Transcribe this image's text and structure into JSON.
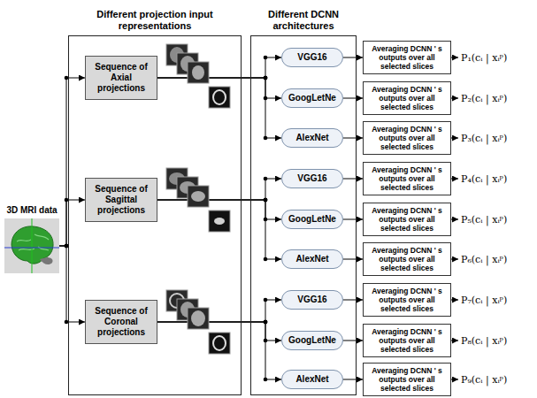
{
  "diagram": {
    "nodes": [
      {
        "text": [
          "3D MRI data"
        ]
      },
      {
        "text": [
          "Different projection input representations"
        ]
      },
      {
        "text": [
          "Sequence of Axial projections"
        ],
        "in": 1
      },
      {
        "text": [
          "Sequence of Sagittal projections"
        ],
        "in": 1
      },
      {
        "text": [
          "Sequence of Coronal projections"
        ],
        "in": 1
      },
      {
        "text": [
          "Different DCNN architectures"
        ]
      },
      {
        "text": [
          "VGG16"
        ],
        "in": 5
      },
      {
        "text": [
          "GoogLetNe"
        ],
        "in": 5
      },
      {
        "text": [
          "AlexNet"
        ],
        "in": 5
      },
      {
        "text": [
          "VGG16"
        ],
        "in": 5
      },
      {
        "text": [
          "GoogLetNe"
        ],
        "in": 5
      },
      {
        "text": [
          "AlexNet"
        ],
        "in": 5
      },
      {
        "text": [
          "VGG16"
        ],
        "in": 5
      },
      {
        "text": [
          "GoogLetNe"
        ],
        "in": 5
      },
      {
        "text": [
          "AlexNet"
        ],
        "in": 5
      },
      {
        "text": [
          "Averaging DCNN ' s outputs over all selected slices"
        ]
      },
      {
        "text": [
          "Averaging DCNN ' s outputs over all selected slices"
        ]
      },
      {
        "text": [
          "Averaging DCNN ' s outputs over all selected slices"
        ]
      },
      {
        "text": [
          "Averaging DCNN ' s outputs over all selected slices"
        ]
      },
      {
        "text": [
          "Averaging DCNN ' s outputs over all selected slices"
        ]
      },
      {
        "text": [
          "Averaging DCNN ' s outputs over all selected slices"
        ]
      },
      {
        "text": [
          "Averaging DCNN ' s outputs over all selected slices"
        ]
      },
      {
        "text": [
          "Averaging DCNN ' s outputs over all selected slices"
        ]
      },
      {
        "text": [
          "Averaging DCNN ' s outputs over all selected slices"
        ]
      }
    ],
    "edges": [
      {
        "from": 0,
        "to": 2,
        "arrow": "to"
      },
      {
        "from": 0,
        "to": 3,
        "arrow": "to"
      },
      {
        "from": 0,
        "to": 4,
        "arrow": "to"
      },
      {
        "from": 2,
        "to": 6,
        "arrow": "to"
      },
      {
        "from": 2,
        "to": 7,
        "arrow": "to"
      },
      {
        "from": 2,
        "to": 8,
        "arrow": "to"
      },
      {
        "from": 3,
        "to": 9,
        "arrow": "to"
      },
      {
        "from": 3,
        "to": 10,
        "arrow": "to"
      },
      {
        "from": 3,
        "to": 11,
        "arrow": "to"
      },
      {
        "from": 4,
        "to": 12,
        "arrow": "to"
      },
      {
        "from": 4,
        "to": 13,
        "arrow": "to"
      },
      {
        "from": 4,
        "to": 14,
        "arrow": "to"
      },
      {
        "from": 6,
        "to": 15,
        "arrow": "to"
      },
      {
        "from": 7,
        "to": 16,
        "arrow": "to"
      },
      {
        "from": 8,
        "to": 17,
        "arrow": "to"
      },
      {
        "from": 9,
        "to": 18,
        "arrow": "to"
      },
      {
        "from": 10,
        "to": 19,
        "arrow": "to"
      },
      {
        "from": 11,
        "to": 20,
        "arrow": "to"
      },
      {
        "from": 12,
        "to": 21,
        "arrow": "to"
      },
      {
        "from": 13,
        "to": 22,
        "arrow": "to"
      },
      {
        "from": 14,
        "to": 23,
        "arrow": "to"
      }
    ],
    "labels": [
      "P₁(cᵢ | xᵢᵖ)",
      "P₂(cᵢ | xᵢᵖ)",
      "P₃(cᵢ | xᵢᵖ)",
      "P₄(cᵢ | xᵢᵖ)",
      "P₅(cᵢ | xᵢᵖ)",
      "P₆(cᵢ | xᵢᵖ)",
      "P₇(cᵢ | xᵢᵖ)",
      "P₈(cᵢ | xᵢᵖ)",
      "P₉(cᵢ | xᵢᵖ)"
    ]
  }
}
